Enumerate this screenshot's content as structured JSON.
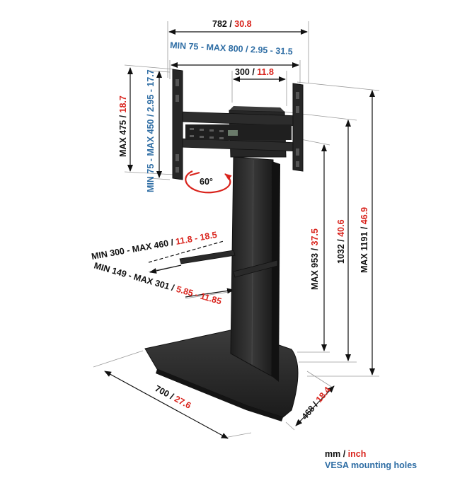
{
  "colors": {
    "imperial": "#d9231c",
    "vesa": "#2e6da4",
    "text": "#111111",
    "metal": "#2b2b2b",
    "guide": "#9a9a9a"
  },
  "dimensions": {
    "overall_width": {
      "mm": "782",
      "sep": " / ",
      "inch": "30.8"
    },
    "vesa_width": {
      "mm": "MIN 75 - MAX 800",
      "sep": " / ",
      "inch": "2.95 - 31.5"
    },
    "bracket_spacing": {
      "mm": "300",
      "sep": " / ",
      "inch": "11.8"
    },
    "max_height": {
      "mm": "MAX 475",
      "sep": " / ",
      "inch": "18.7"
    },
    "vesa_height": {
      "mm": "MIN 75 - MAX 450",
      "sep": " / ",
      "inch": "2.95 - 17.7"
    },
    "rotation": {
      "value": "60°"
    },
    "shelf_upper": {
      "mm": "MIN 300 - MAX 460",
      "sep": " / ",
      "inch": "11.8 - 18.5"
    },
    "shelf_lower": {
      "mm": "MIN 149 - MAX 301",
      "sep": " / ",
      "inch": "5.85 - 11.85"
    },
    "height_min": {
      "mm": "MAX 953",
      "sep": " / ",
      "inch": "37.5"
    },
    "height_mid": {
      "mm": "1032",
      "sep": " / ",
      "inch": "40.6"
    },
    "height_max": {
      "mm": "MAX 1191",
      "sep": " / ",
      "inch": "46.9"
    },
    "base_width": {
      "mm": "700",
      "sep": " / ",
      "inch": "27.6"
    },
    "base_depth": {
      "mm": "468",
      "sep": " / ",
      "inch": "18.4"
    }
  },
  "legend": {
    "mm": "mm",
    "sep": " / ",
    "inch": "inch",
    "vesa_note": "VESA mounting holes"
  }
}
